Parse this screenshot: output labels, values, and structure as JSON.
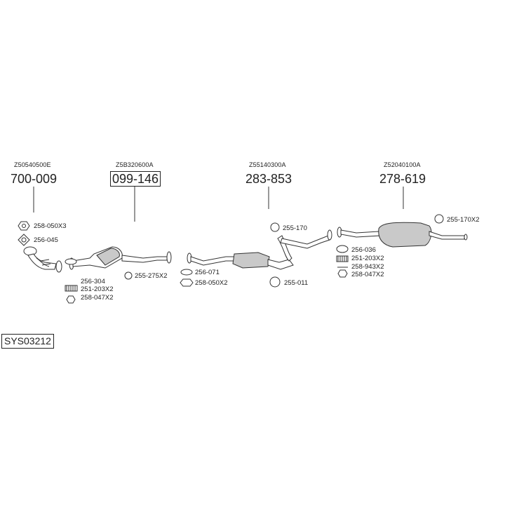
{
  "assemblies": [
    {
      "ref": "Z50540500E",
      "part": "700-009"
    },
    {
      "ref": "Z5B320600A",
      "part": "099-146"
    },
    {
      "ref": "Z55140300A",
      "part": "283-853"
    },
    {
      "ref": "Z52040100A",
      "part": "278-619"
    }
  ],
  "components": {
    "c1": "258-050X3",
    "c2": "256-045",
    "c3": "256-304",
    "c4": "251-203X2",
    "c5": "258-047X2",
    "c6": "255-275X2",
    "c7": "256-071",
    "c8": "258-050X2",
    "c9": "255-170",
    "c10": "255-011",
    "c11": "256-036",
    "c12": "251-203X2",
    "c13": "258-943X2",
    "c14": "258-047X2",
    "c15": "255-170X2"
  },
  "system_code": "SYS03212"
}
